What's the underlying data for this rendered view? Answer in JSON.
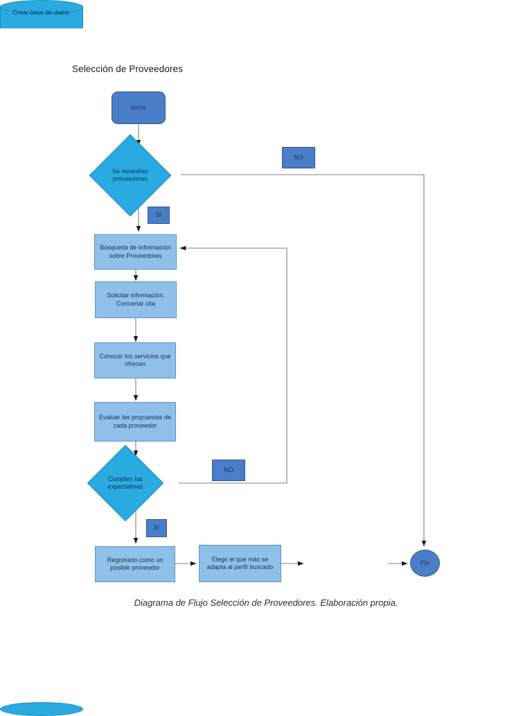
{
  "document": {
    "title": "Selección de Proveedores",
    "caption": "Diagrama de Flujo Selección de Proveedores. Elaboración propia."
  },
  "colors": {
    "terminator_fill": "#4a7ec7",
    "terminator_stroke": "#2f5597",
    "decision_fill": "#29abe2",
    "decision_stroke": "#1b89b8",
    "process_fill": "#8fc0ea",
    "process_stroke": "#5b92c9",
    "chip_fill": "#4a7ec7",
    "database_fill": "#29abe2",
    "connector": "#7f7f7f",
    "text": "#17314e"
  },
  "flowchart": {
    "type": "flowchart",
    "orientation": "top-to-bottom",
    "nodes": [
      {
        "id": "start",
        "shape": "terminator",
        "label": "Inicio"
      },
      {
        "id": "d1",
        "shape": "decision",
        "label": "Se necesitan proveedores"
      },
      {
        "id": "p1",
        "shape": "process",
        "label": "Búsqueda de Información sobre Proveedores"
      },
      {
        "id": "p2",
        "shape": "process",
        "label": "Solicitar información. Concertar cita"
      },
      {
        "id": "p3",
        "shape": "process",
        "label": "Conocer los servicios que ofrecen"
      },
      {
        "id": "p4",
        "shape": "process",
        "label": "Evaluar las propuestas de cada proveedor"
      },
      {
        "id": "d2",
        "shape": "decision",
        "label": "Cumplen las expectativas"
      },
      {
        "id": "p5",
        "shape": "process",
        "label": "Registrarlo como un posible proveedor"
      },
      {
        "id": "p6",
        "shape": "process",
        "label": "Elegir el que más se adapta al perfil buscado"
      },
      {
        "id": "db",
        "shape": "database",
        "label": "Crear base de datos"
      },
      {
        "id": "end",
        "shape": "terminator-ellipse",
        "label": "Fin"
      }
    ],
    "edge_labels": [
      {
        "id": "d1-no",
        "text": "NO",
        "from": "d1"
      },
      {
        "id": "d1-si",
        "text": "SI",
        "from": "d1"
      },
      {
        "id": "d2-no",
        "text": "NO",
        "from": "d2"
      },
      {
        "id": "d2-si",
        "text": "SI",
        "from": "d2"
      }
    ],
    "edges": [
      {
        "from": "start",
        "to": "d1",
        "label": ""
      },
      {
        "from": "d1",
        "to": "end",
        "label": "NO"
      },
      {
        "from": "d1",
        "to": "p1",
        "label": "SI"
      },
      {
        "from": "p1",
        "to": "p2",
        "label": ""
      },
      {
        "from": "p2",
        "to": "p3",
        "label": ""
      },
      {
        "from": "p3",
        "to": "p4",
        "label": ""
      },
      {
        "from": "p4",
        "to": "d2",
        "label": ""
      },
      {
        "from": "d2",
        "to": "p1",
        "label": "NO"
      },
      {
        "from": "d2",
        "to": "p5",
        "label": "SI"
      },
      {
        "from": "p5",
        "to": "p6",
        "label": ""
      },
      {
        "from": "p6",
        "to": "db",
        "label": ""
      },
      {
        "from": "db",
        "to": "end",
        "label": ""
      }
    ]
  }
}
